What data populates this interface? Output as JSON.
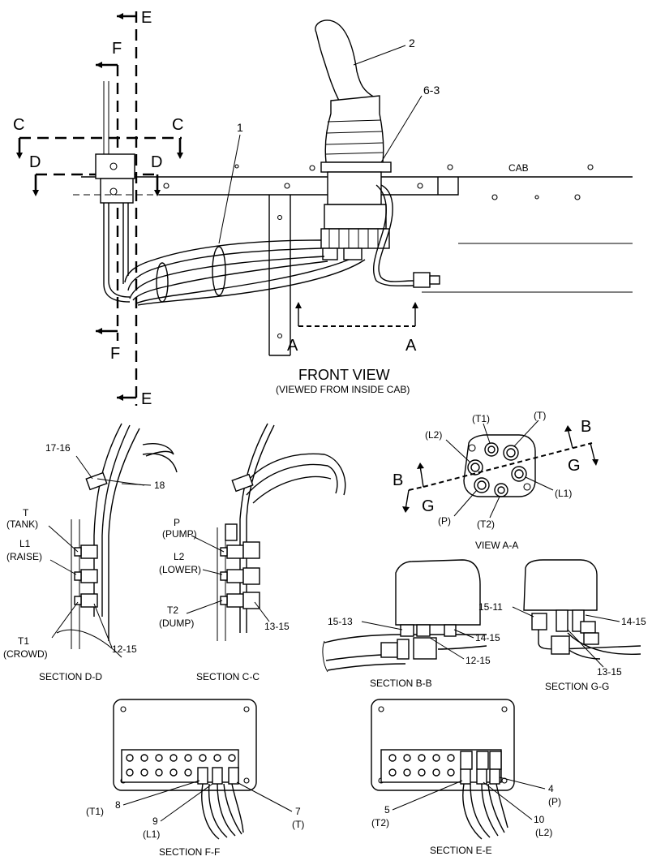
{
  "front_view": {
    "title": "FRONT VIEW",
    "subtitle": "(VIEWED FROM INSIDE CAB)",
    "cab_label": "CAB",
    "callouts": {
      "c2": "2",
      "c63": "6-3",
      "c1": "1"
    },
    "section_marks": {
      "e_top": "E",
      "e_bottom": "E",
      "f_top": "F",
      "f_bottom": "F",
      "c_left": "C",
      "c_right": "C",
      "d_left": "D",
      "d_right": "D",
      "a_left": "A",
      "a_right": "A"
    }
  },
  "view_aa": {
    "title": "VIEW A-A",
    "ports": {
      "t1": "(T1)",
      "t": "(T)",
      "l2": "(L2)",
      "l1": "(L1)",
      "p": "(P)",
      "t2": "(T2)"
    },
    "marks": {
      "b_right": "B",
      "b_left": "B",
      "g_right": "G",
      "g_left": "G"
    }
  },
  "section_dd": {
    "title": "SECTION D-D",
    "callouts": {
      "c1716": "17-16",
      "c18": "18",
      "c1215": "12-15"
    },
    "ports": {
      "t_name": "T",
      "t_desc": "(TANK)",
      "l1_name": "L1",
      "l1_desc": "(RAISE)",
      "t1_name": "T1",
      "t1_desc": "(CROWD)"
    }
  },
  "section_cc": {
    "title": "SECTION C-C",
    "callouts": {
      "c1315": "13-15"
    },
    "ports": {
      "p_name": "P",
      "p_desc": "(PUMP)",
      "l2_name": "L2",
      "l2_desc": "(LOWER)",
      "t2_name": "T2",
      "t2_desc": "(DUMP)"
    }
  },
  "section_bb": {
    "title": "SECTION B-B",
    "callouts": {
      "c1513": "15-13",
      "c1415": "14-15",
      "c1215": "12-15"
    }
  },
  "section_gg": {
    "title": "SECTION G-G",
    "callouts": {
      "c1511": "15-11",
      "c1415": "14-15",
      "c1315": "13-15"
    }
  },
  "section_ff": {
    "title": "SECTION F-F",
    "callouts": {
      "c8": "8",
      "t1": "(T1)",
      "c9": "9",
      "l1": "(L1)",
      "c7": "7",
      "t": "(T)"
    }
  },
  "section_ee": {
    "title": "SECTION E-E",
    "callouts": {
      "c4": "4",
      "p": "(P)",
      "c5": "5",
      "t2": "(T2)",
      "c10": "10",
      "l2": "(L2)"
    }
  }
}
